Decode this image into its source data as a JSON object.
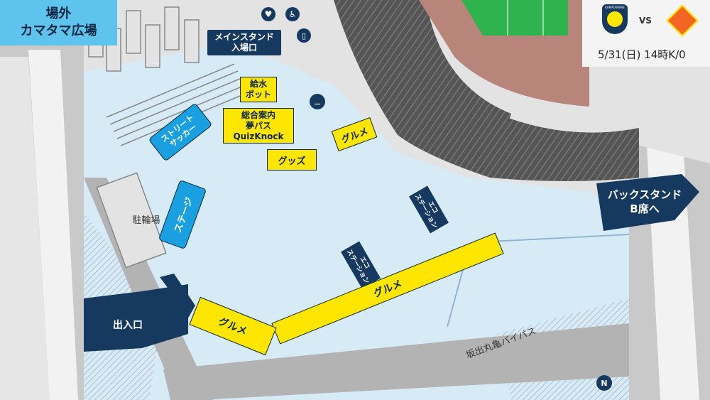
{
  "title": {
    "line1": "場外",
    "line2": "カマタマ広場"
  },
  "match": {
    "home_badge_text": "KAMATAMARE",
    "vs": "VS",
    "info": "5/31(日) 14時K/0"
  },
  "labels": {
    "main_entrance": "メインスタンド\n入場口",
    "water_pot": "給水\nポット",
    "info_center": "総合案内\n夢パス\nQuizKnock",
    "gourmet_top": "グルメ",
    "goods": "グッズ",
    "street_soccer": "ストリート\nサッカー",
    "stage": "ステージ",
    "bike_parking": "駐輪場",
    "eco_station_1": "エコ\nステーション",
    "eco_station_2": "エコ\nステーション",
    "gourmet_long": "グルメ",
    "gourmet_left": "グルメ",
    "exit_entrance": "出入口",
    "back_stand": "バックスタンド\nB席へ",
    "bypass": "坂出丸亀バイパス",
    "north": "N"
  },
  "colors": {
    "navy": "#163a5f",
    "yellow": "#ffe600",
    "blue": "#1aa0e0",
    "plaza": "#d7ebf7",
    "road": "#b3b3b3"
  },
  "icons": [
    "aed-icon",
    "wheelchair-icon",
    "drink-icon",
    "smoking-icon"
  ]
}
